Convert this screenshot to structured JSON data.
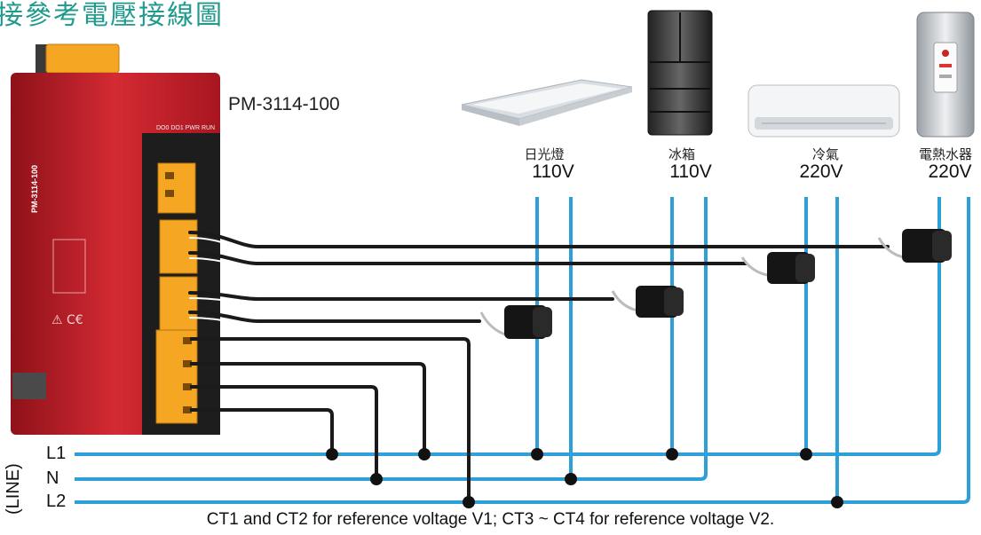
{
  "title": "接參考電壓接線圖",
  "device": {
    "model": "PM-3114-100",
    "label_top": "DO0 DO1 PWR RUN",
    "label_brand": "PM-3114-100"
  },
  "appliances": [
    {
      "name": "日光燈",
      "voltage": "110V",
      "icon": "ceiling-light-icon"
    },
    {
      "name": "冰箱",
      "voltage": "110V",
      "icon": "refrigerator-icon"
    },
    {
      "name": "冷氣",
      "voltage": "220V",
      "icon": "air-conditioner-icon"
    },
    {
      "name": "電熱水器",
      "voltage": "220V",
      "icon": "water-heater-icon"
    }
  ],
  "lines": {
    "group_label": "(LINE)",
    "l1": "L1",
    "n": "N",
    "l2": "L2"
  },
  "caption": "CT1 and CT2 for reference voltage V1; CT3 ~ CT4 for reference voltage V2.",
  "colors": {
    "wire_blue": "#2f9fd8",
    "wire_black": "#1a1a1a",
    "device_red": "#c8202c",
    "terminal_orange": "#f5a623",
    "title_teal": "#1f9a8c"
  }
}
